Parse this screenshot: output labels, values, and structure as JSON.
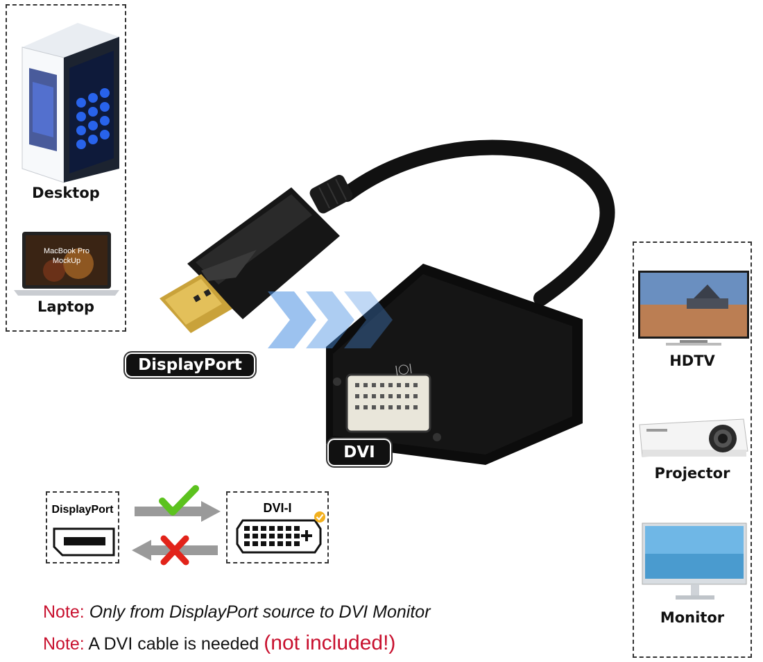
{
  "sources": {
    "items": [
      {
        "label": "Desktop",
        "icon": "desktop-tower-icon"
      },
      {
        "label": "Laptop",
        "icon": "laptop-icon",
        "screen_text": [
          "MacBook Pro",
          "MockUp"
        ]
      }
    ]
  },
  "outputs": {
    "items": [
      {
        "label": "HDTV",
        "icon": "hdtv-icon"
      },
      {
        "label": "Projector",
        "icon": "projector-icon"
      },
      {
        "label": "Monitor",
        "icon": "monitor-icon"
      }
    ]
  },
  "adapter": {
    "input_label": "DisplayPort",
    "output_label": "DVI"
  },
  "compatibility": {
    "source_label": "DisplayPort",
    "target_label": "DVI-I",
    "forward_supported": true,
    "reverse_supported": false
  },
  "notes": {
    "note1_prefix": "Note:",
    "note1_text": "Only from DisplayPort source to DVI Monitor",
    "note2_prefix": "Note:",
    "note2_text": "A DVI cable is needed",
    "note2_emphasis": "(not included!)"
  },
  "colors": {
    "note_red": "#c8102e",
    "check_green": "#5cc21e",
    "cross_red": "#e2231a",
    "arrow_blue": "#4a90e2"
  }
}
